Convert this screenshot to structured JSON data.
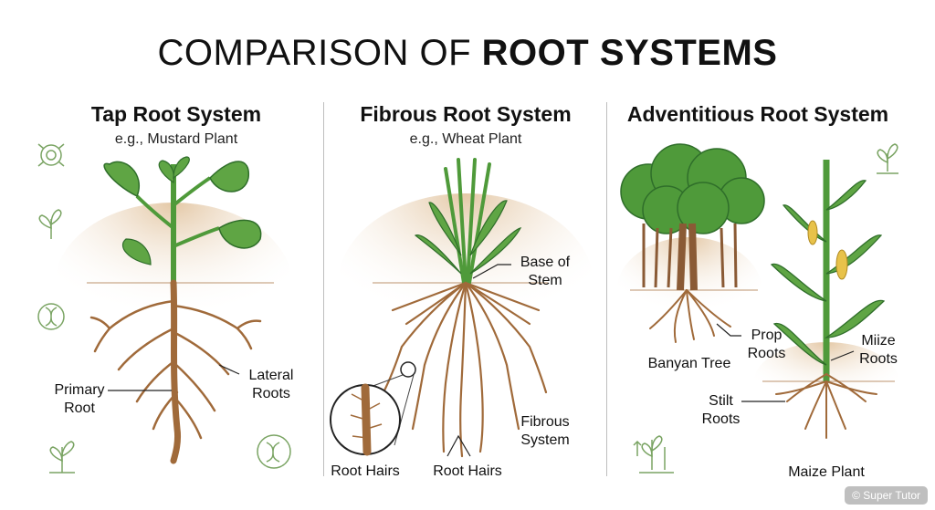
{
  "title": {
    "prefix": "COMPARISON OF ",
    "bold": "ROOT SYSTEMS"
  },
  "panels": [
    {
      "title": "Tap Root System",
      "subtitle": "e.g., Mustard Plant",
      "labels": {
        "primary": "Primary\nRoot",
        "lateral": "Lateral\nRoots"
      }
    },
    {
      "title": "Fibrous Root System",
      "subtitle": "e.g., Wheat Plant",
      "labels": {
        "base": "Base of\nStem",
        "hairs_zoom": "Root Hairs",
        "hairs": "Root Hairs",
        "fibrous": "Fibrous\nSystem"
      }
    },
    {
      "title": "Adventitious Root System",
      "labels": {
        "banyan": "Banyan Tree",
        "prop": "Prop\nRoots",
        "stilt": "Stilt\nRoots",
        "maize_roots": "Miize\nRoots",
        "maize": "Maize Plant"
      }
    }
  ],
  "watermark": "© Super Tutor",
  "colors": {
    "leaf": "#5fa544",
    "leaf_dark": "#2f6e2a",
    "root": "#a06a3a",
    "soil": "#e9d3b8",
    "tree": "#4f9a3a",
    "trunk": "#8a5a35",
    "icon": "#7aa463"
  },
  "icons": [
    "pollen-icon",
    "seedling-icon",
    "dna-icon",
    "sprout-icon",
    "dna-leaf-icon",
    "plant-sprout-icon",
    "seedling-pot-icon"
  ]
}
